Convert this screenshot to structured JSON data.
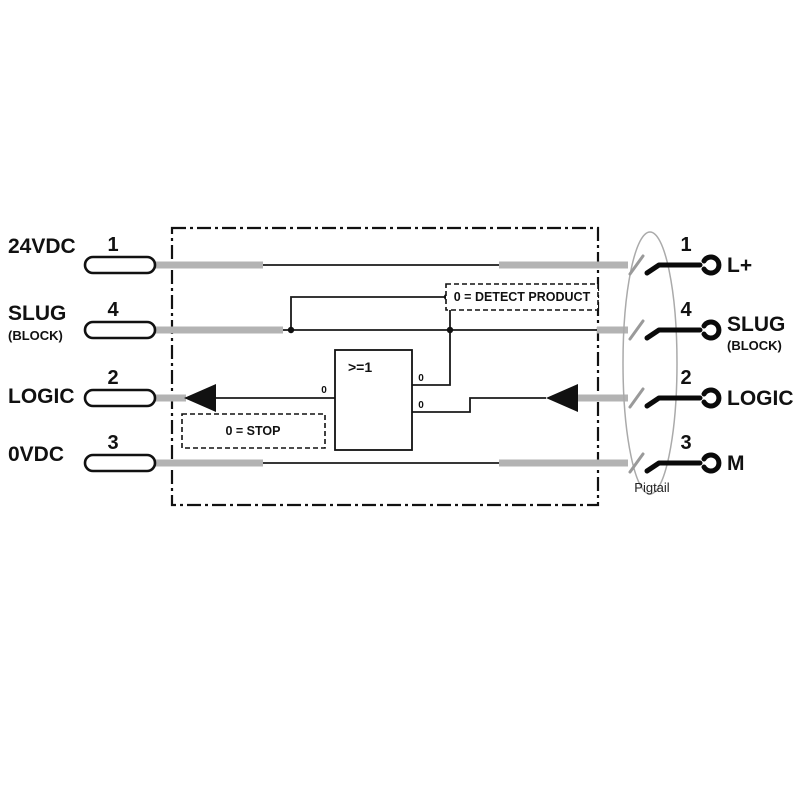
{
  "diagram": {
    "left_pins": [
      {
        "pin": "1",
        "label": "24VDC",
        "sublabel": ""
      },
      {
        "pin": "4",
        "label": "SLUG",
        "sublabel": "(BLOCK)"
      },
      {
        "pin": "2",
        "label": "LOGIC",
        "sublabel": ""
      },
      {
        "pin": "3",
        "label": "0VDC",
        "sublabel": ""
      }
    ],
    "right_pins": [
      {
        "pin": "1",
        "label": "L+",
        "sublabel": ""
      },
      {
        "pin": "4",
        "label": "SLUG",
        "sublabel": "(BLOCK)"
      },
      {
        "pin": "2",
        "label": "LOGIC",
        "sublabel": ""
      },
      {
        "pin": "3",
        "label": "M",
        "sublabel": ""
      }
    ],
    "gate_label": ">=1",
    "annotations": {
      "detect_product": "0 = DETECT PRODUCT",
      "stop": "0 = STOP",
      "pigtail": "Pigtail",
      "zero": "0"
    },
    "colors": {
      "wire": "#b3b3b3",
      "line": "#1a1a1a"
    }
  }
}
